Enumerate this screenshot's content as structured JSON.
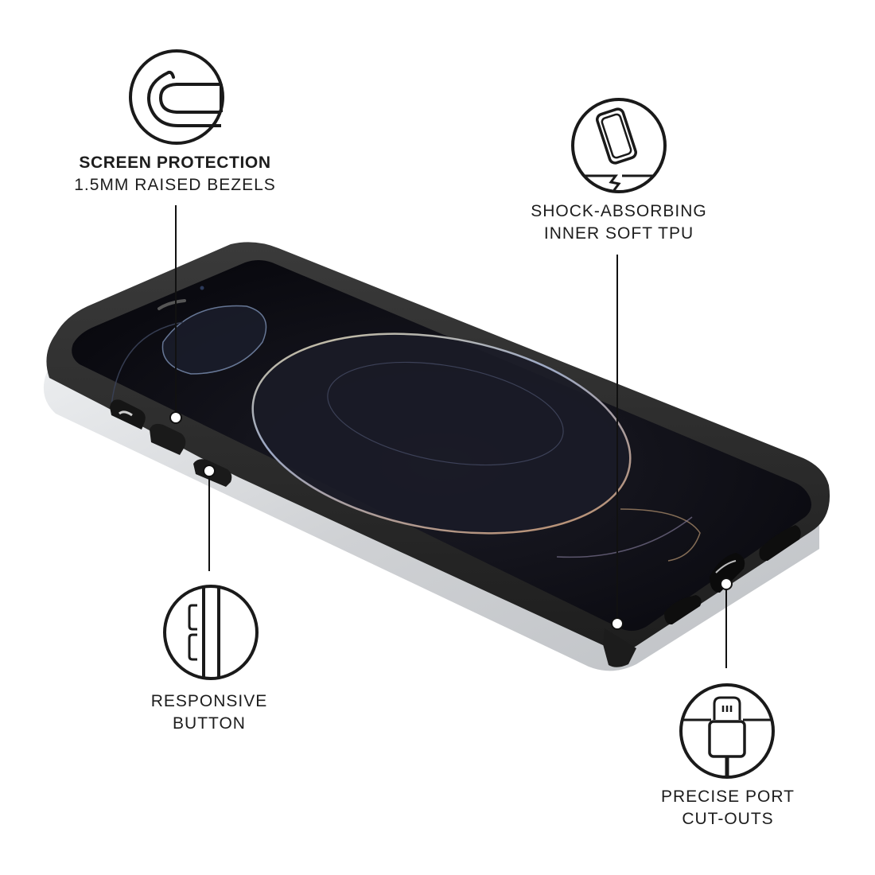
{
  "callouts": [
    {
      "id": "screen-protection",
      "icon": "bezel-curve-icon",
      "title": "SCREEN PROTECTION",
      "subtitle": "1.5MM RAISED BEZELS"
    },
    {
      "id": "shock-absorbing",
      "icon": "phone-drop-icon",
      "line1": "SHOCK-ABSORBING",
      "line2": "INNER SOFT TPU"
    },
    {
      "id": "responsive-button",
      "icon": "side-button-icon",
      "line1": "RESPONSIVE",
      "line2": "BUTTON"
    },
    {
      "id": "precise-port",
      "icon": "charging-port-icon",
      "line1": "PRECISE PORT",
      "line2": "CUT-OUTS"
    }
  ],
  "product": {
    "image": "phone-in-case",
    "case_colors": {
      "bumper": "#2a2a2a",
      "back": "#d8d9db",
      "screen": "#0b0b12"
    }
  },
  "colors": {
    "text": "#1d1d1d",
    "line": "#111111",
    "background": "#ffffff"
  }
}
